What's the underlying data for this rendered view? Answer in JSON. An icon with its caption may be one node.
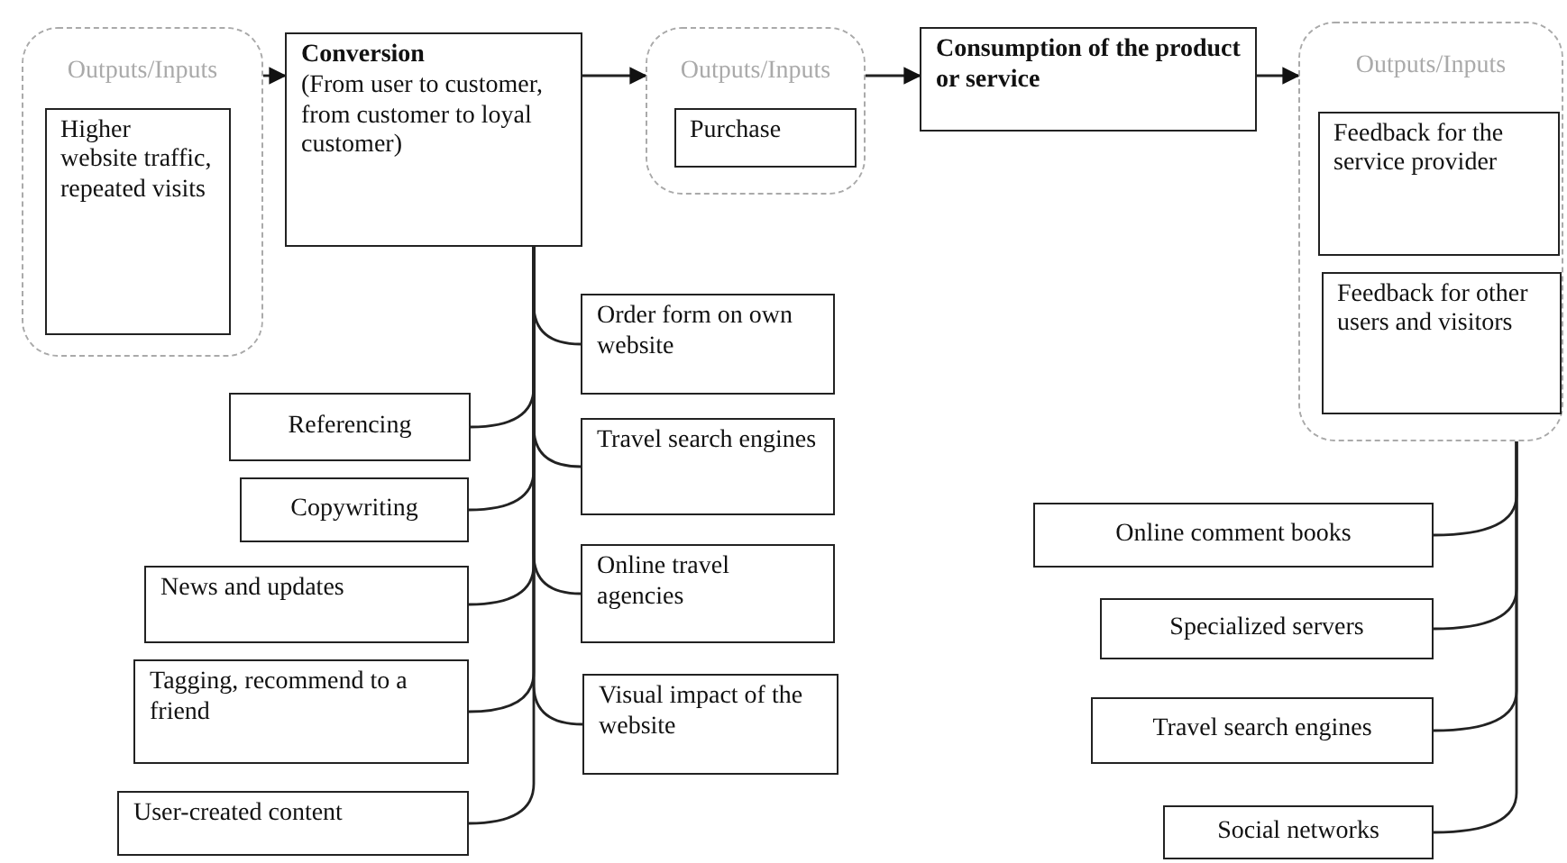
{
  "diagram": {
    "nodes": [
      {
        "text": [
          "Outputs/Inputs"
        ]
      },
      {
        "text": [
          "Higher website traffic, repeated visits"
        ],
        "in": 0
      },
      {
        "text": [
          "Conversion",
          "(From user to customer, from customer to loyal customer)"
        ]
      },
      {
        "text": [
          "Outputs/Inputs"
        ]
      },
      {
        "text": [
          "Purchase"
        ],
        "in": 3
      },
      {
        "text": [
          "Consumption of the product or service"
        ]
      },
      {
        "text": [
          "Outputs/Inputs"
        ]
      },
      {
        "text": [
          "Feedback for the service provider"
        ],
        "in": 6
      },
      {
        "text": [
          "Feedback for other users and visitors"
        ],
        "in": 6
      },
      {
        "text": [
          "Order form on own website"
        ]
      },
      {
        "text": [
          "Travel search engines"
        ]
      },
      {
        "text": [
          "Online travel agencies"
        ]
      },
      {
        "text": [
          "Visual impact of the website"
        ]
      },
      {
        "text": [
          "Referencing"
        ]
      },
      {
        "text": [
          "Copywriting"
        ]
      },
      {
        "text": [
          "News and updates"
        ]
      },
      {
        "text": [
          "Tagging, recommend to a friend"
        ]
      },
      {
        "text": [
          "User-created content"
        ]
      },
      {
        "text": [
          "Online comment books"
        ]
      },
      {
        "text": [
          "Specialized servers"
        ]
      },
      {
        "text": [
          "Travel search engines"
        ]
      },
      {
        "text": [
          "Social networks"
        ]
      }
    ],
    "edges": [
      {
        "from": 0,
        "to": 2,
        "arrow": "to"
      },
      {
        "from": 2,
        "to": 3,
        "arrow": "to"
      },
      {
        "from": 3,
        "to": 5,
        "arrow": "to"
      },
      {
        "from": 5,
        "to": 6,
        "arrow": "to"
      },
      {
        "from": 2,
        "to": 9,
        "arrow": "none"
      },
      {
        "from": 2,
        "to": 10,
        "arrow": "none"
      },
      {
        "from": 2,
        "to": 11,
        "arrow": "none"
      },
      {
        "from": 2,
        "to": 12,
        "arrow": "none"
      },
      {
        "from": 2,
        "to": 13,
        "arrow": "none"
      },
      {
        "from": 2,
        "to": 14,
        "arrow": "none"
      },
      {
        "from": 2,
        "to": 15,
        "arrow": "none"
      },
      {
        "from": 2,
        "to": 16,
        "arrow": "none"
      },
      {
        "from": 2,
        "to": 17,
        "arrow": "none"
      },
      {
        "from": 6,
        "to": 18,
        "arrow": "none"
      },
      {
        "from": 6,
        "to": 19,
        "arrow": "none"
      },
      {
        "from": 6,
        "to": 20,
        "arrow": "none"
      },
      {
        "from": 6,
        "to": 21,
        "arrow": "none"
      }
    ]
  }
}
